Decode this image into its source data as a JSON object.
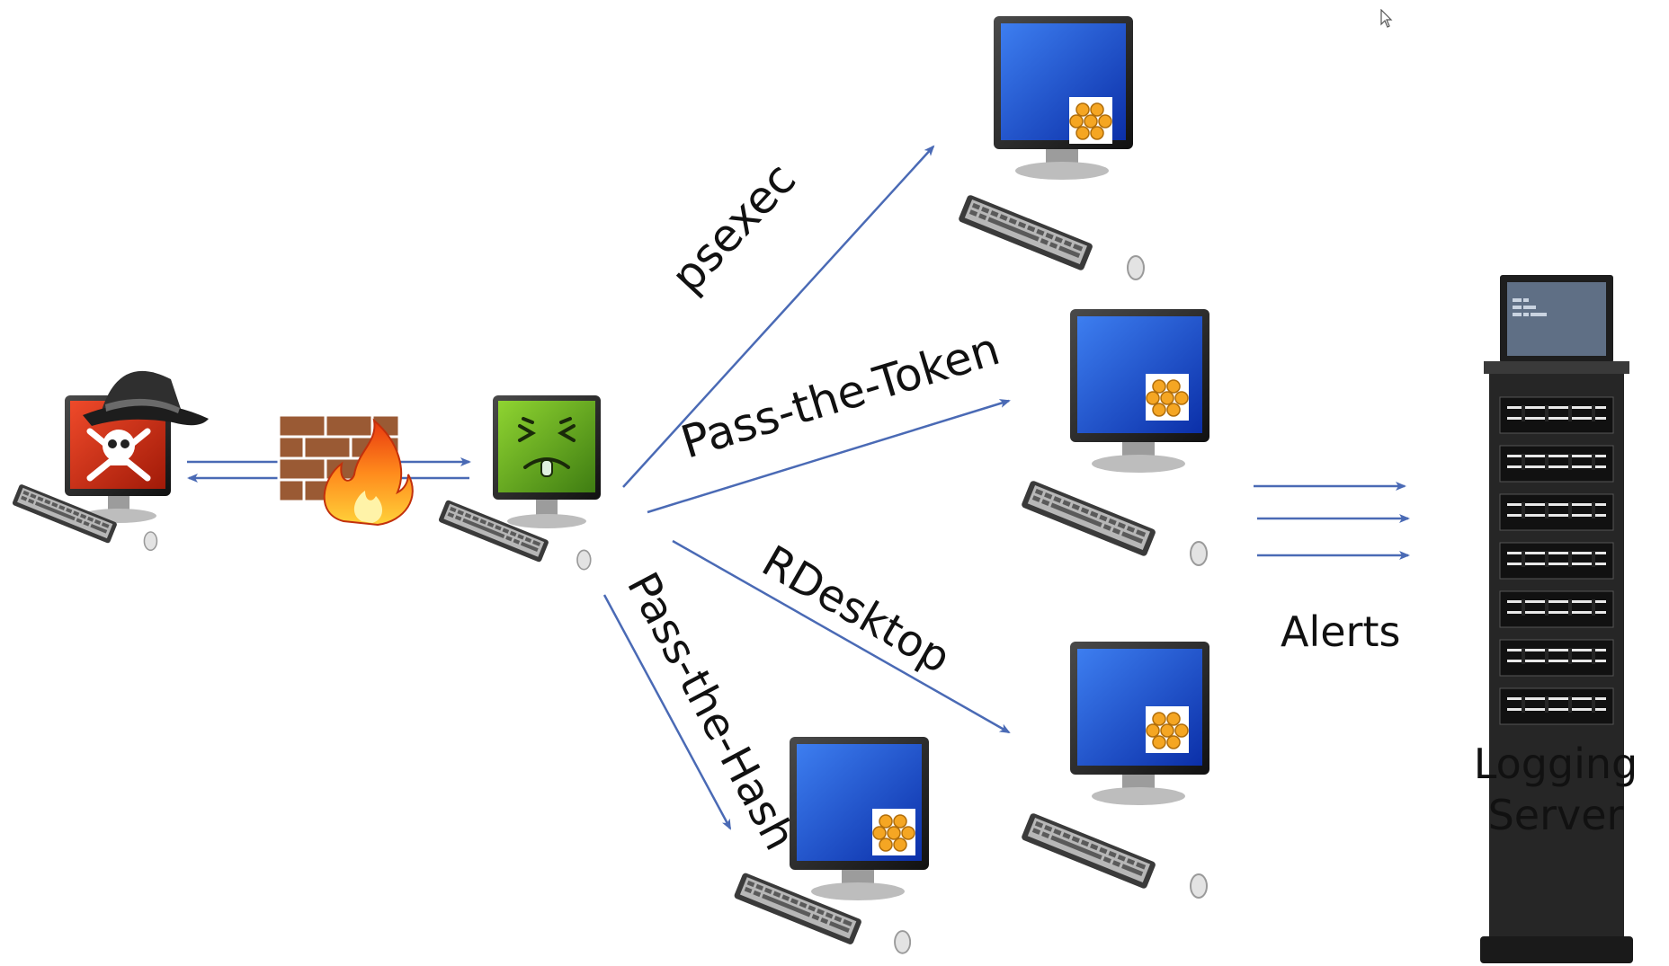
{
  "colors": {
    "arrow": "#4a6ab5",
    "monitor_blue": "#1a4fd6",
    "compromised_green": "#5fa81c",
    "attacker_red": "#d62814",
    "honeypot_orange": "#f5a623",
    "server_dark": "#2b2b2b"
  },
  "labels": {
    "psexec": "psexec",
    "pass_the_token": "Pass-the-Token",
    "rdesktop": "RDesktop",
    "pass_the_hash": "Pass-the-Hash",
    "alerts": "Alerts",
    "logging_server_line1": "Logging",
    "logging_server_line2": "Server"
  },
  "icons": {
    "attacker": "attacker-hat-skull-computer-icon",
    "firewall": "firewall-brick-flame-icon",
    "compromised": "sick-face-computer-icon",
    "honeypot": "honeycomb-icon",
    "server": "server-rack-icon",
    "cursor": "mouse-pointer-icon"
  },
  "honeypot_hosts": [
    "honeypot-computer-top",
    "honeypot-computer-middle",
    "honeypot-computer-lower-right",
    "honeypot-computer-bottom"
  ]
}
